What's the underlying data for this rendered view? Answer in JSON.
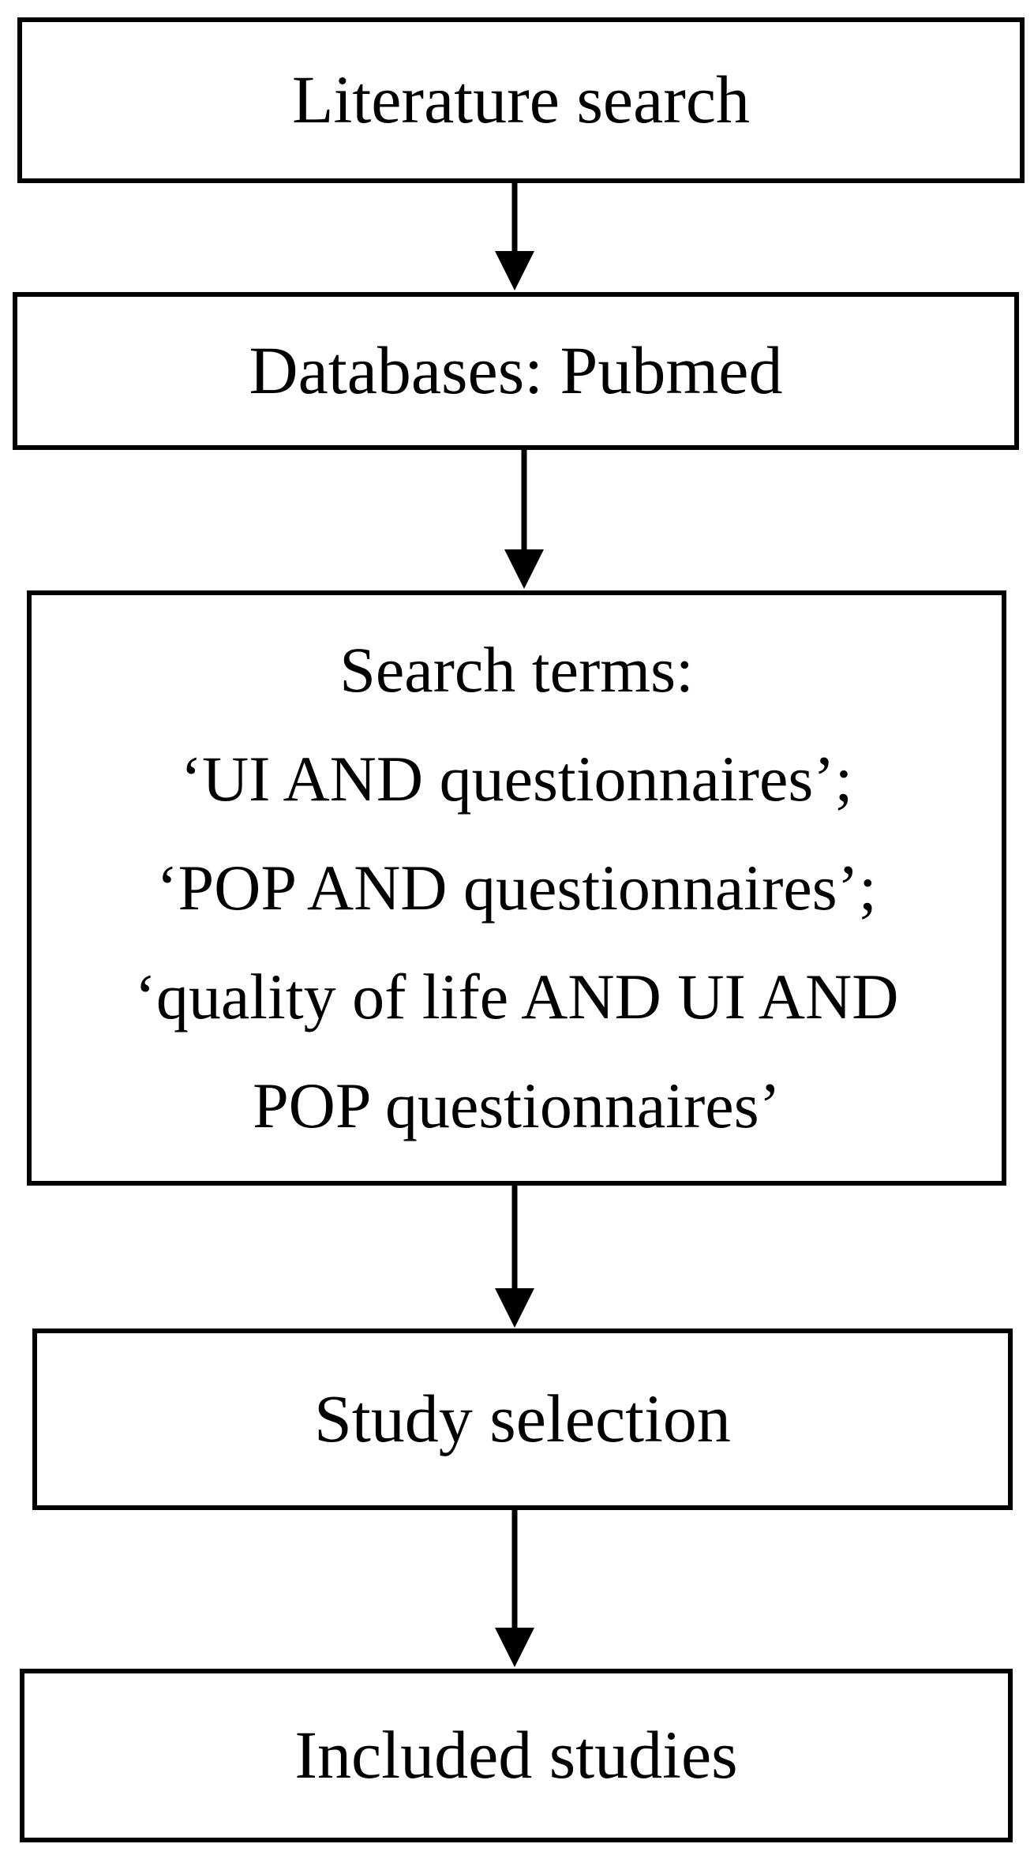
{
  "flowchart": {
    "steps": [
      {
        "id": "literature_search",
        "label": "Literature search"
      },
      {
        "id": "databases",
        "label": "Databases: Pubmed"
      },
      {
        "id": "search_terms",
        "lines": [
          "Search terms:",
          "‘UI AND questionnaires’;",
          "‘POP AND questionnaires’;",
          "‘quality of life AND UI AND",
          "POP questionnaires’"
        ]
      },
      {
        "id": "study_selection",
        "label": "Study selection"
      },
      {
        "id": "included_studies",
        "label": "Included studies"
      }
    ],
    "colors": {
      "stroke": "#000000",
      "background": "#ffffff",
      "text": "#000000"
    }
  }
}
